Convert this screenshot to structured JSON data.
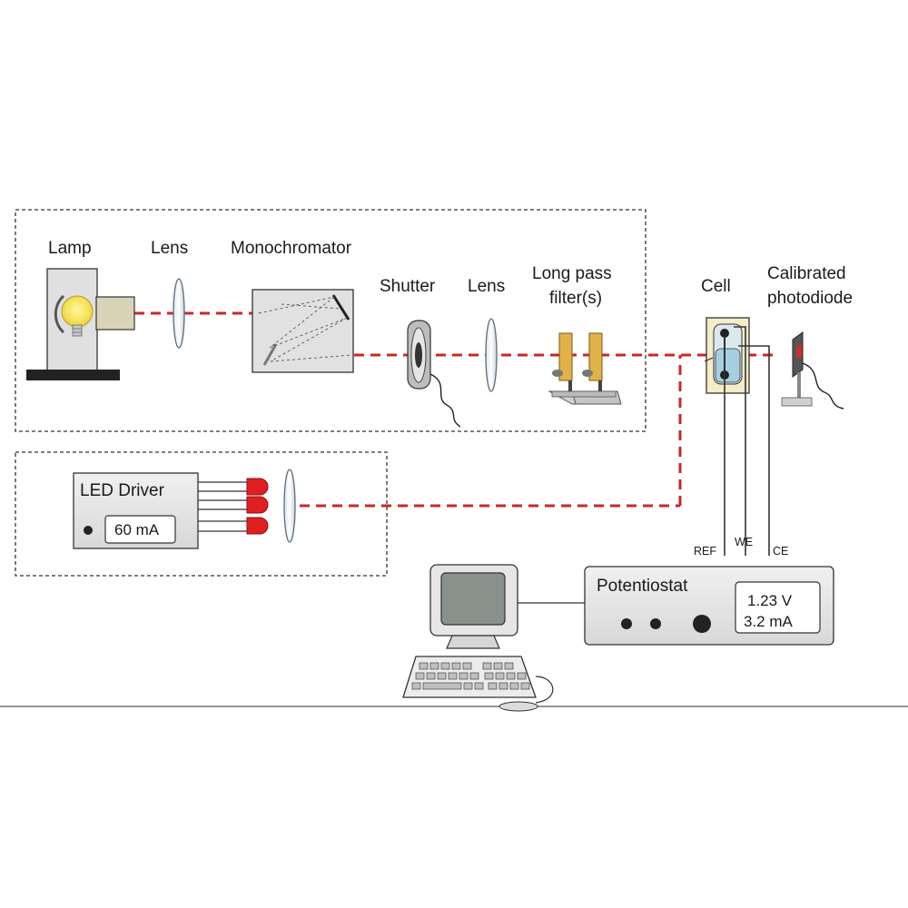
{
  "labels": {
    "lamp": "Lamp",
    "lens1": "Lens",
    "monochromator": "Monochromator",
    "shutter": "Shutter",
    "lens2": "Lens",
    "long_pass_line1": "Long pass",
    "long_pass_line2": "filter(s)",
    "cell": "Cell",
    "photodiode_line1": "Calibrated",
    "photodiode_line2": "photodiode"
  },
  "led_driver": {
    "title": "LED Driver",
    "current": "60 mA"
  },
  "electrodes": {
    "ref": "REF",
    "we": "WE",
    "ce": "CE"
  },
  "potentiostat": {
    "title": "Potentiostat",
    "voltage": "1.23 V",
    "current": "3.2 mA"
  },
  "colors": {
    "beam": "#c8282a",
    "led": "#e02020",
    "lamp_glow": "#f5e35a",
    "filter": "#e2b24a"
  }
}
